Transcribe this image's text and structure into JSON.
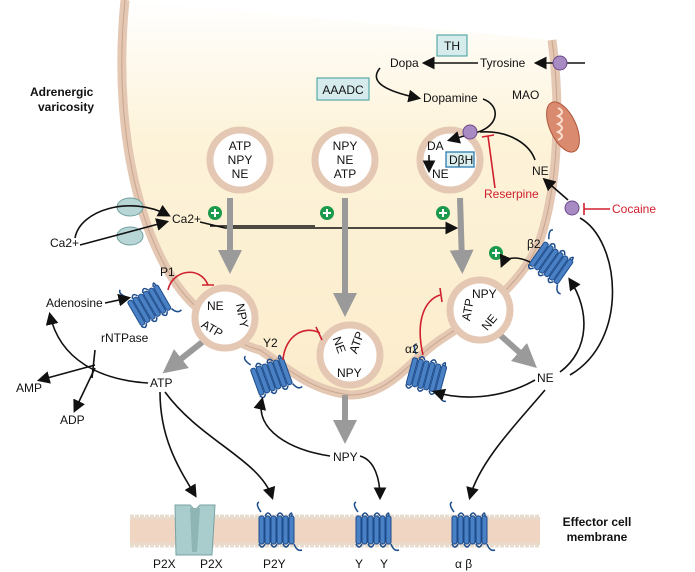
{
  "title": {
    "line1": "Adrenergic",
    "line2": "varicosity"
  },
  "vesicles": [
    {
      "lines": [
        "ATP",
        "NPY",
        "NE"
      ]
    },
    {
      "lines": [
        "NPY",
        "NE",
        "ATP"
      ]
    },
    {
      "lines": [
        "DA",
        "NE"
      ],
      "enzyme": "DβH"
    }
  ],
  "fused_vesicles": [
    {
      "lines": [
        "NE",
        "NPY",
        "ATP"
      ]
    },
    {
      "lines": [
        "NE",
        "ATP",
        "NPY"
      ]
    },
    {
      "lines": [
        "ATP",
        "NPY",
        "NE"
      ]
    }
  ],
  "synthesis": {
    "enzyme1": "TH",
    "enzyme2": "AAADC",
    "tyrosine": "Tyrosine",
    "dopa": "Dopa",
    "dopamine": "Dopamine",
    "mao": "MAO",
    "ne": "NE"
  },
  "drugs": {
    "reserpine": "Reserpine",
    "cocaine": "Cocaine"
  },
  "calcium": {
    "outside": "Ca2+",
    "inside": "Ca2+"
  },
  "receptors": {
    "p1": "P1",
    "y2": "Y2",
    "alpha2": "α2",
    "beta2": "β2"
  },
  "released": {
    "adenosine": "Adenosine",
    "rntpase": "rNTPase",
    "amp": "AMP",
    "adp": "ADP",
    "atp": "ATP",
    "npy": "NPY",
    "ne": "NE"
  },
  "effector": {
    "line1": "Effector cell",
    "line2": "membrane",
    "receptor_labels": [
      "P2X",
      "P2X",
      "P2Y",
      "Y",
      "Y",
      "α β"
    ]
  },
  "colors": {
    "membrane": "#e4c8b4",
    "receptor": "#3a6fb5",
    "transporter": "#a98bc4",
    "inhibition": "#d0202e",
    "stimulation": "#1a9a4a"
  }
}
